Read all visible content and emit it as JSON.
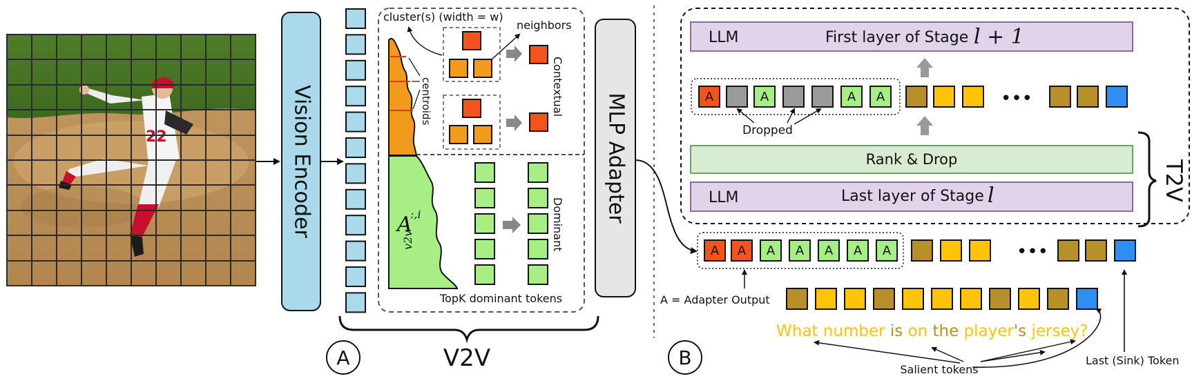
{
  "colors": {
    "vision_encoder_fill": "#aad9ec",
    "mlp_fill": "#e6e6e6",
    "llm_fill": "#e1d3ea",
    "rank_fill": "#d8ecd1",
    "token_blue": "#aad9ec",
    "token_orange_red": "#f2541b",
    "token_yellow": "#ffc30a",
    "token_olive": "#b8902a",
    "token_green": "#a7ef84",
    "token_sink_blue": "#2e8ff0",
    "token_gray": "#9a9a9a",
    "attention_orange": "#f29a1b",
    "attention_green": "#a7ef84",
    "question_yellow": "#ffc30a",
    "question_olive": "#b8902a"
  },
  "panel_a": {
    "vision_encoder_label": "Vision Encoder",
    "cluster_label": "cluster(s) (width = w)",
    "neighbors_label": "neighbors",
    "centroids_label": "centroids",
    "contextual_label": "Contextual",
    "dominant_label": "Dominant",
    "topk_label": "TopK dominant tokens",
    "attention_symbol": "A",
    "attention_sub": "v2v",
    "attention_sup": ":,i",
    "mlp_label": "MLP Adapter",
    "v2v_label": "V2V",
    "marker": "A"
  },
  "panel_b": {
    "llm_top_tag": "LLM",
    "llm_top_label": "First layer of Stage",
    "llm_top_var": "l + 1",
    "dropped_label": "Dropped",
    "rank_drop_label": "Rank & Drop",
    "llm_bottom_tag": "LLM",
    "llm_bottom_label": "Last layer of Stage",
    "llm_bottom_var": "l",
    "t2v_label": "T2V",
    "token_letter": "A",
    "adapter_output_label": "A = Adapter Output",
    "ellipsis": "•••",
    "question_words": [
      {
        "text": "What",
        "color": "#ffc30a"
      },
      {
        "text": " number",
        "color": "#ffc30a"
      },
      {
        "text": " is",
        "color": "#b8902a"
      },
      {
        "text": " on",
        "color": "#ffc30a"
      },
      {
        "text": " the",
        "color": "#b8902a"
      },
      {
        "text": " player",
        "color": "#ffc30a"
      },
      {
        "text": "'s",
        "color": "#b8902a"
      },
      {
        "text": " jersey?",
        "color": "#ffc30a"
      }
    ],
    "salient_label": "Salient tokens",
    "sink_label": "Last (Sink) Token",
    "marker": "B"
  }
}
